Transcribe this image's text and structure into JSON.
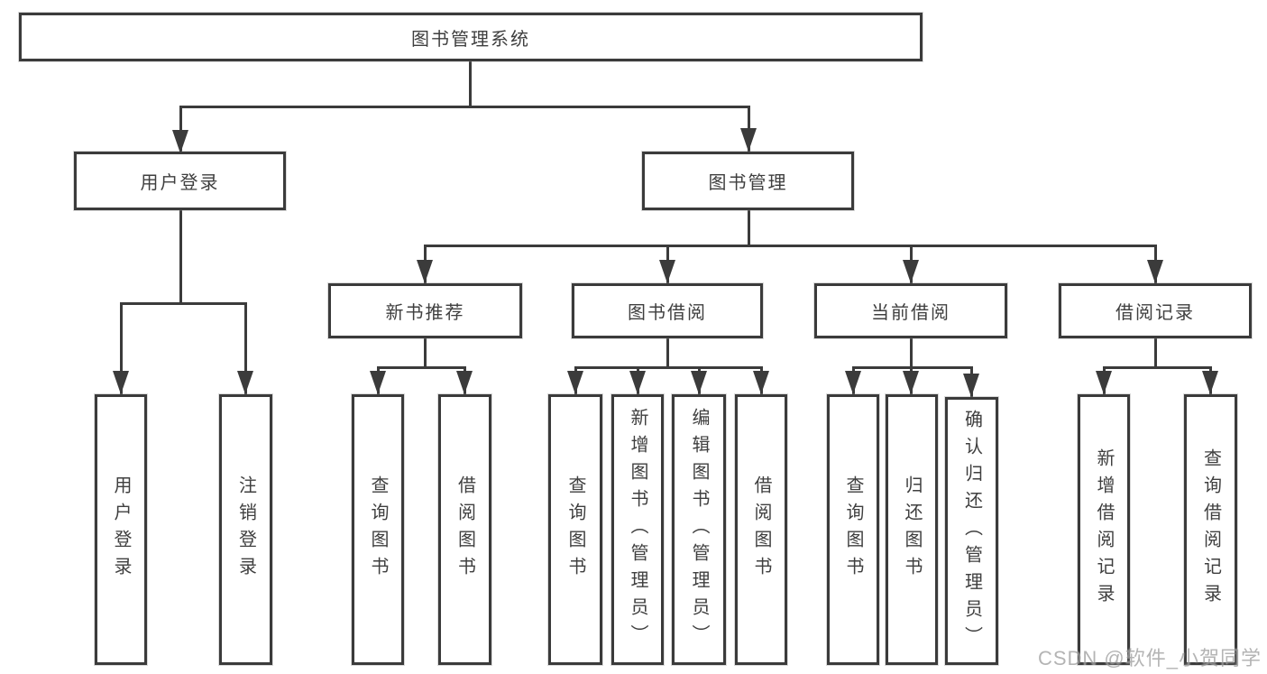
{
  "diagram": {
    "root": {
      "label": "图书管理系统"
    },
    "branches": {
      "user_login": {
        "label": "用户登录",
        "children": [
          "用户登录",
          "注销登录"
        ]
      },
      "book_mgmt": {
        "label": "图书管理",
        "sections": {
          "new_book": {
            "label": "新书推荐",
            "children": [
              "查询图书",
              "借阅图书"
            ]
          },
          "borrow": {
            "label": "图书借阅",
            "children": [
              "查询图书",
              "新增图书（管理员）",
              "编辑图书（管理员）",
              "借阅图书"
            ]
          },
          "current": {
            "label": "当前借阅",
            "children": [
              "查询图书",
              "归还图书",
              "确认归还（管理员）"
            ]
          },
          "records": {
            "label": "借阅记录",
            "children": [
              "新增借阅记录",
              "查询借阅记录"
            ]
          }
        }
      }
    },
    "line_color": "#3b3b3b",
    "text_color": "#3f3f3f"
  },
  "watermark": {
    "text": "CSDN @软件_小贺同学"
  }
}
